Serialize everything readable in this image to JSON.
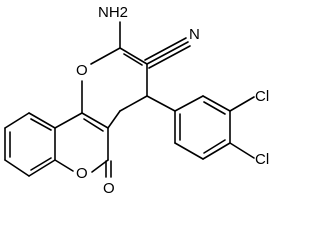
{
  "molecule": {
    "atoms": {
      "amino": "NH2",
      "nitrile_n": "N",
      "ring_o1": "O",
      "ring_o2": "O",
      "carbonyl_o": "O",
      "cl_upper": "Cl",
      "cl_lower": "Cl"
    }
  }
}
